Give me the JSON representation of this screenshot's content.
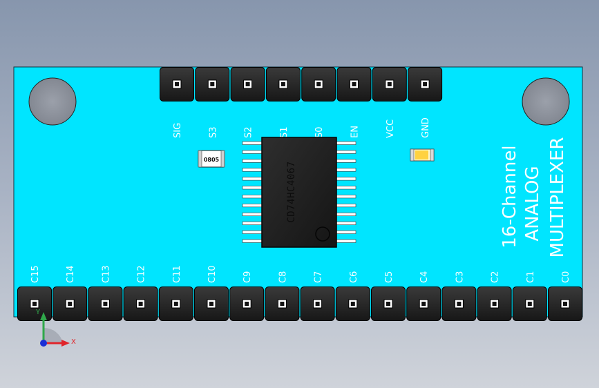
{
  "board": {
    "color": "#00e5ff",
    "top_header_labels": [
      "SIG",
      "S3",
      "S2",
      "S1",
      "S0",
      "EN",
      "VCC",
      "GND"
    ],
    "bottom_header_labels": [
      "C15",
      "C14",
      "C13",
      "C12",
      "C11",
      "C10",
      "C9",
      "C8",
      "C7",
      "C6",
      "C5",
      "C4",
      "C3",
      "C2",
      "C1",
      "C0"
    ],
    "chip_label": "CD74HC4067",
    "resistor_label": "0805",
    "title_line1": "16-Channel",
    "title_line2": "ANALOG",
    "title_line3": "MULTIPLEXER"
  },
  "axis_triad": {
    "x_label": "X",
    "y_label": "Y",
    "x_color": "#e0242a",
    "y_color": "#2fa84a",
    "origin_color": "#1a2fd6"
  }
}
